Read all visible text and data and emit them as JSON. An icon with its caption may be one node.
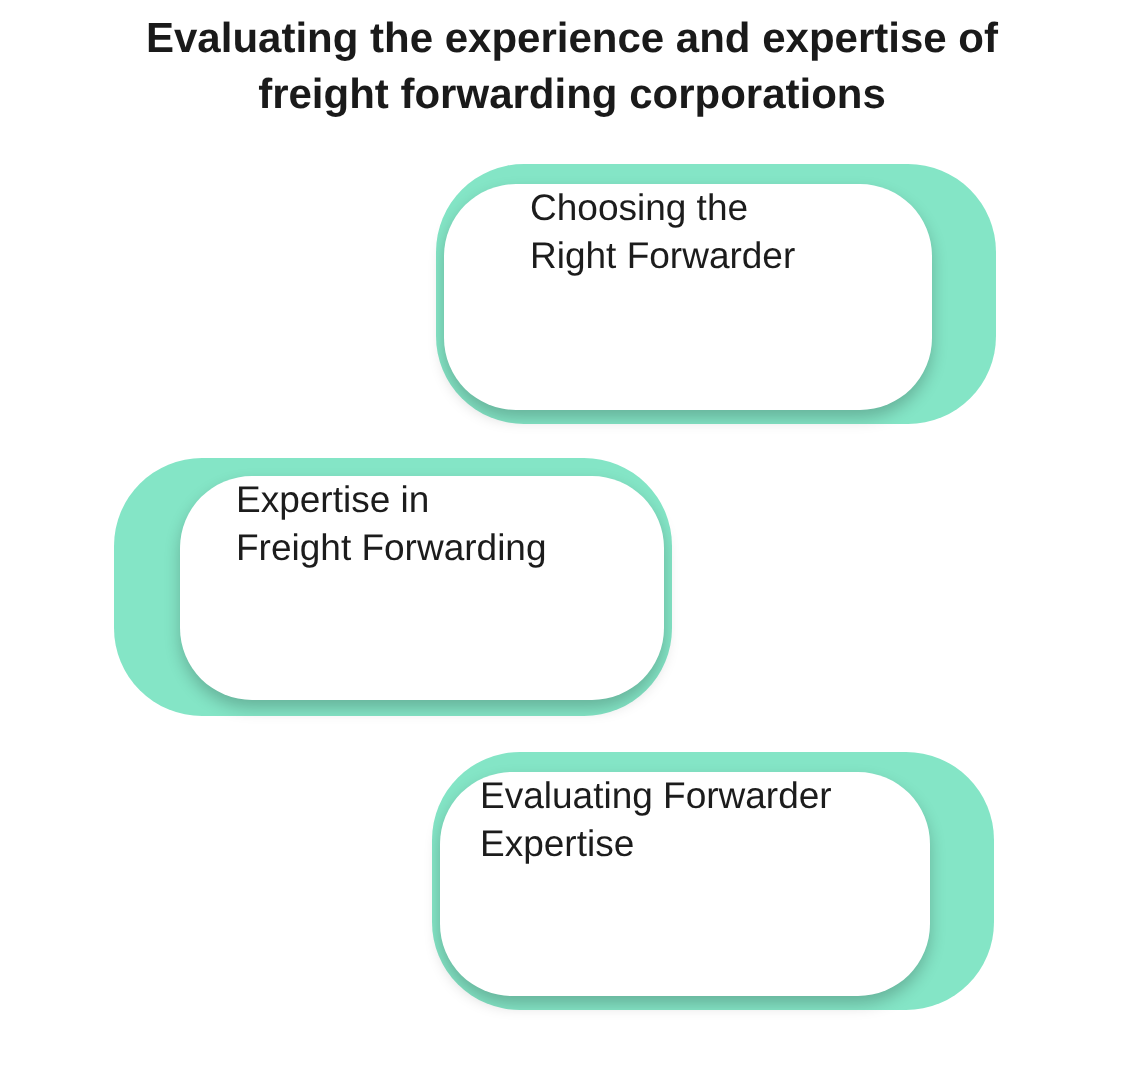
{
  "diagram": {
    "title": "Evaluating the experience and expertise of freight forwarding corporations",
    "nodes": [
      {
        "text": [
          "Choosing the Right Forwarder"
        ]
      },
      {
        "text": [
          "Expertise in Freight Forwarding"
        ]
      },
      {
        "text": [
          "Evaluating Forwarder Expertise"
        ]
      }
    ],
    "edges": []
  }
}
